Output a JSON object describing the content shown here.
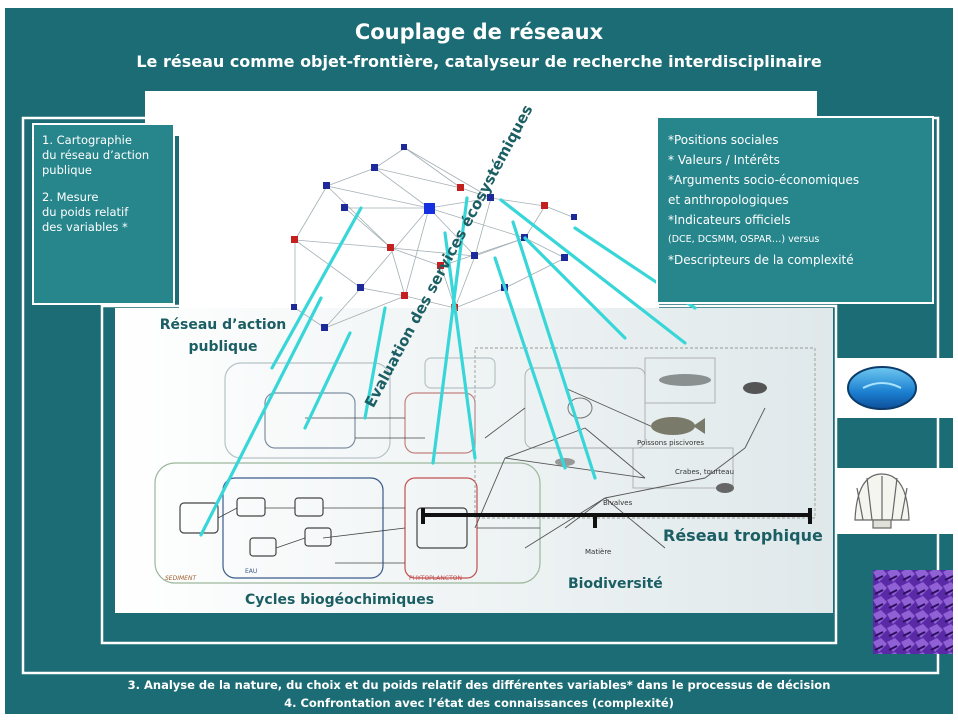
{
  "header": {
    "title": "Couplage de réseaux",
    "subtitle": "Le réseau comme objet-frontière, catalyseur de recherche interdisciplinaire"
  },
  "left_box": {
    "item1_line1": "1.  Cartographie",
    "item1_line2": "du réseau d’action",
    "item1_line3": "publique",
    "item2_line1": "2. Mesure",
    "item2_line2": "du poids relatif",
    "item2_line3": "des variables *"
  },
  "right_box": {
    "line1": "*Positions sociales",
    "line2": "* Valeurs / Intérêts",
    "line3": "*Arguments socio-économiques",
    "line4": "et anthropologiques",
    "line5": "*Indicateurs officiels",
    "line6": "(DCE, DCSMM, OSPAR…) versus",
    "line7": "*Descripteurs de la complexité"
  },
  "diagram": {
    "network_label_line1": "Réseau d’action",
    "network_label_line2": "publique",
    "services_label": "Evaluation des services écosystémiques",
    "trophic_label": "Réseau trophique",
    "biodiversity_label": "Biodiversité",
    "cycles_label": "Cycles biogéochimiques",
    "small_labels": {
      "bivalves": "Bivalves",
      "matiere": "Matière",
      "crabes": "Crabes, tourteau",
      "poissons": "Poissons piscivores",
      "sediment": "SEDIMENT",
      "eau": "EAU",
      "phytoplancton": "PHYTOPLANCTON"
    }
  },
  "footer": {
    "line1": "3. Analyse de la nature, du choix et du poids relatif des différentes variables* dans le processus de décision",
    "line2": "4. Confrontation avec l’état des connaissances (complexité)"
  },
  "colors": {
    "background": "#1b6c74",
    "accent_line": "#38d6d8",
    "node_blue": "#1f2a9a",
    "node_red": "#c42020",
    "title_text": "#ffffff",
    "label_teal": "#1b5e63"
  }
}
